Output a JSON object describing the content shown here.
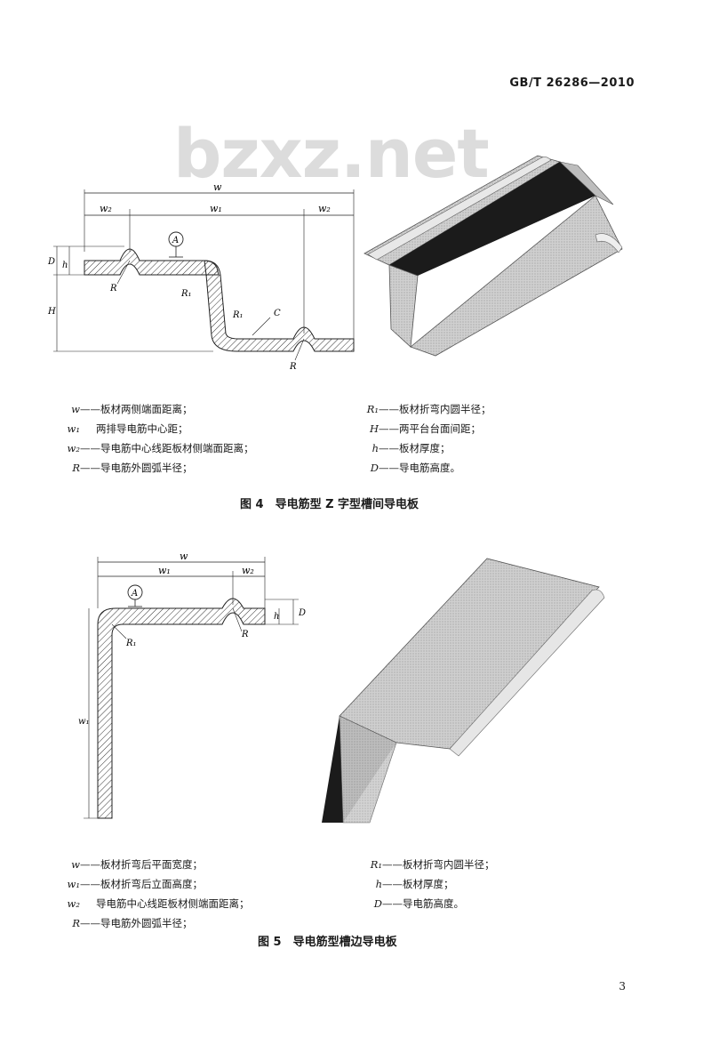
{
  "header": {
    "standard_number": "GB/T 26286—2010"
  },
  "watermark": {
    "text": "bzxz.net"
  },
  "figure4": {
    "drawing_labels": {
      "w": "w",
      "w1": "w₁",
      "w2": "w₂",
      "D": "D",
      "h": "h",
      "H": "H",
      "R": "R",
      "R1": "R₁",
      "C": "C",
      "A": "A"
    },
    "legend": [
      {
        "sym": "w",
        "text": "——板材两侧端面距离；"
      },
      {
        "sym": "w₁",
        "text": "两排导电筋中心距；"
      },
      {
        "sym": "w₂",
        "text": "——导电筋中心线距板材侧端面距离；"
      },
      {
        "sym": "R",
        "text": "——导电筋外圆弧半径；"
      },
      {
        "sym": "R₁",
        "text": "——板材折弯内圆半径；"
      },
      {
        "sym": "H",
        "text": "——两平台台面间距；"
      },
      {
        "sym": "h",
        "text": "——板材厚度；"
      },
      {
        "sym": "D",
        "text": "——导电筋高度。"
      }
    ],
    "caption": "图 4　导电筋型 Z 字型槽间导电板"
  },
  "figure5": {
    "drawing_labels": {
      "w": "w",
      "w1": "w₁",
      "w2": "w₂",
      "D": "D",
      "h": "h",
      "R": "R",
      "R1": "R₁",
      "A": "A",
      "w1_vertical": "w₁"
    },
    "legend": [
      {
        "sym": "w",
        "text": "——板材折弯后平面宽度；"
      },
      {
        "sym": "w₁",
        "text": "——板材折弯后立面高度；"
      },
      {
        "sym": "w₂",
        "text": "导电筋中心线距板材侧端面距离；"
      },
      {
        "sym": "R",
        "text": "——导电筋外圆弧半径；"
      },
      {
        "sym": "R₁",
        "text": "——板材折弯内圆半径；"
      },
      {
        "sym": "h",
        "text": "——板材厚度；"
      },
      {
        "sym": "D",
        "text": "——导电筋高度。"
      }
    ],
    "caption": "图 5　导电筋型槽边导电板"
  },
  "footer": {
    "page_number": "3"
  },
  "colors": {
    "hatch": "#333333",
    "shadow": "#1b1b1b",
    "face": "#cfcfcf",
    "watermark": "#dcdcdc"
  }
}
